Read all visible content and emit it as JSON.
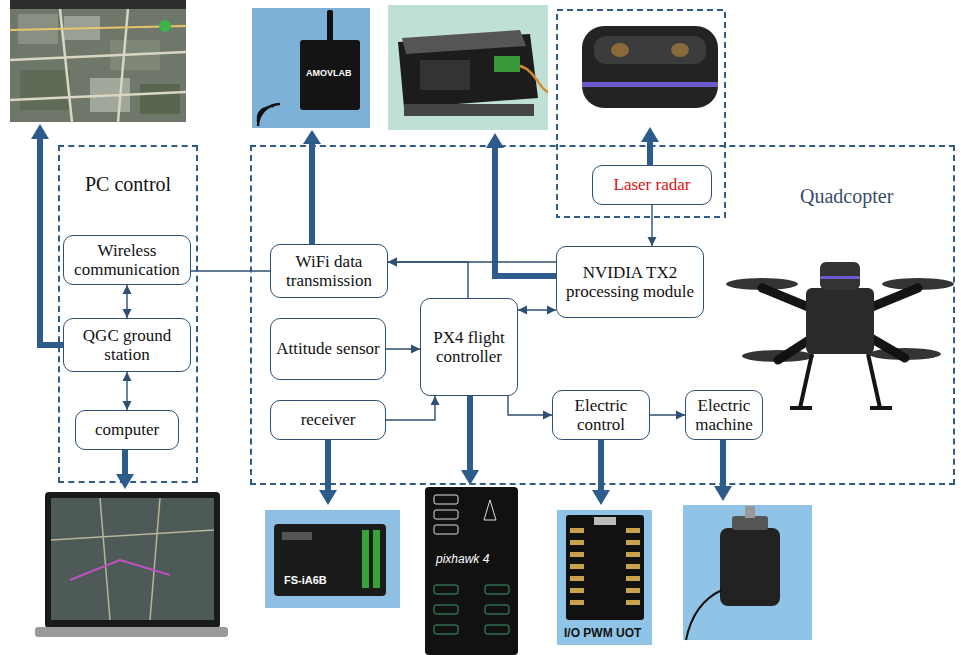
{
  "diagram": {
    "nodes": [
      {
        "text": [
          "PC control"
        ]
      },
      {
        "text": [
          "Wireless communication"
        ],
        "in": 0
      },
      {
        "text": [
          "QGC ground station"
        ],
        "in": 0
      },
      {
        "text": [
          "computer"
        ],
        "in": 0
      },
      {
        "text": [
          "Quadcopter"
        ]
      },
      {
        "text": [
          "Laser radar"
        ],
        "in": 4
      },
      {
        "text": [
          "WiFi data transmission"
        ],
        "in": 4
      },
      {
        "text": [
          "NVIDIA TX2 processing module"
        ],
        "in": 4
      },
      {
        "text": [
          "Attitude sensor"
        ],
        "in": 4
      },
      {
        "text": [
          "PX4 flight controller"
        ],
        "in": 4
      },
      {
        "text": [
          "receiver"
        ],
        "in": 4
      },
      {
        "text": [
          "Electric control"
        ],
        "in": 4
      },
      {
        "text": [
          "Electric machine"
        ],
        "in": 4
      }
    ],
    "edges": [
      {
        "from": 1,
        "to": 2,
        "arrow": "both"
      },
      {
        "from": 2,
        "to": 3,
        "arrow": "both"
      },
      {
        "from": 1,
        "to": 6,
        "arrow": "none"
      },
      {
        "from": 7,
        "to": 6,
        "arrow": "to"
      },
      {
        "from": 9,
        "to": 6,
        "arrow": "to"
      },
      {
        "from": 9,
        "to": 7,
        "arrow": "both"
      },
      {
        "from": 5,
        "to": 7,
        "arrow": "to"
      },
      {
        "from": 8,
        "to": 9,
        "arrow": "to"
      },
      {
        "from": 10,
        "to": 9,
        "arrow": "to"
      },
      {
        "from": 9,
        "to": 11,
        "arrow": "to"
      },
      {
        "from": 11,
        "to": 12,
        "arrow": "to"
      }
    ],
    "labels": [
      "AMOVLAB",
      "FS-iA6B",
      "pixhawk 4",
      "I/O PWM UOT"
    ]
  }
}
